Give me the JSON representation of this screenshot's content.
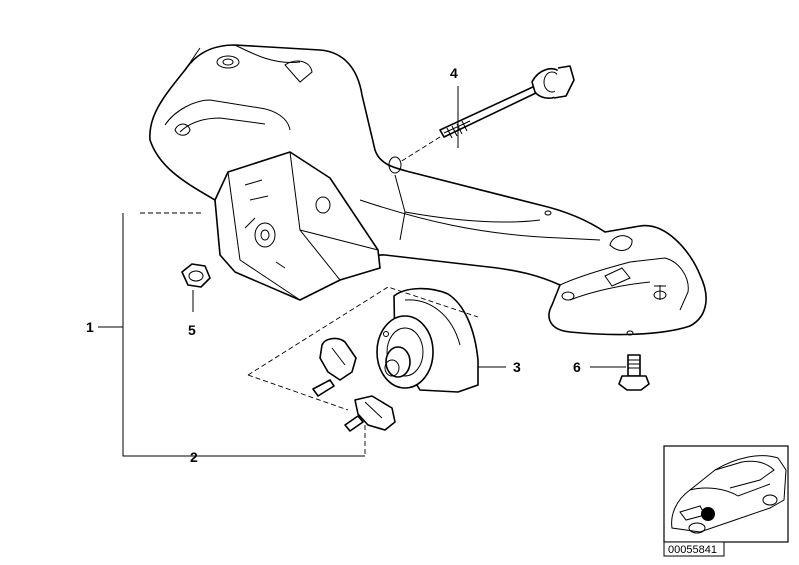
{
  "callouts": {
    "c1": "1",
    "c2": "2",
    "c3": "3",
    "c4": "4",
    "c5": "5",
    "c6": "6"
  },
  "thumbnail": {
    "ref_number": "00055841"
  },
  "icons": {
    "locator": "car-location-icon"
  }
}
